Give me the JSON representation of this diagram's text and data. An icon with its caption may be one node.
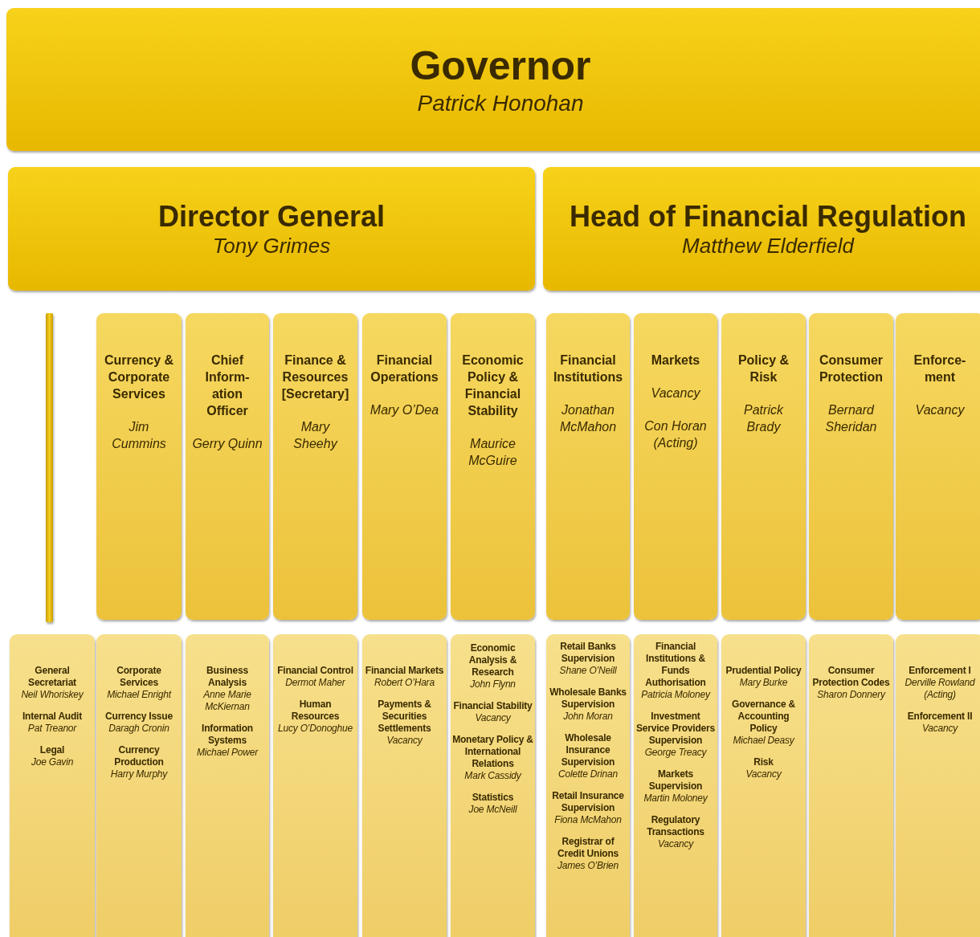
{
  "diagram": {
    "nodes": [
      {
        "text": [
          "Governor",
          "Patrick Honohan"
        ]
      },
      {
        "text": [
          "Director General",
          "Tony Grimes"
        ]
      },
      {
        "text": [
          "Head of Financial Regulation",
          "Matthew Elderfield"
        ]
      },
      {
        "text": [],
        "shape": "bar"
      },
      {
        "text": [
          "Currency & Corporate Services",
          "Jim Cummins"
        ]
      },
      {
        "text": [
          "Chief Inform-ation Officer",
          "Gerry Quinn"
        ]
      },
      {
        "text": [
          "Finance & Resources [Secretary]",
          "Mary Sheehy"
        ]
      },
      {
        "text": [
          "Financial Operations",
          "Mary O’Dea"
        ]
      },
      {
        "text": [
          "Economic Policy & Financial Stability",
          "Maurice McGuire"
        ]
      },
      {
        "text": [
          "Financial Institutions",
          "Jonathan McMahon"
        ]
      },
      {
        "text": [
          "Markets",
          "Vacancy",
          "Con Horan (Acting)"
        ]
      },
      {
        "text": [
          "Policy & Risk",
          "Patrick Brady"
        ]
      },
      {
        "text": [
          "Consumer Protection",
          "Bernard Sheridan"
        ]
      },
      {
        "text": [
          "Enforce-ment",
          "Vacancy"
        ]
      },
      {
        "text": [
          "General Secretariat",
          "Neil Whoriskey",
          "Internal Audit",
          "Pat Treanor",
          "Legal",
          "Joe Gavin"
        ]
      },
      {
        "text": [
          "Corporate Services",
          "Michael Enright",
          "Currency Issue",
          "Daragh Cronin",
          "Currency Production",
          "Harry Murphy"
        ]
      },
      {
        "text": [
          "Business Analysis",
          "Anne Marie McKiernan",
          "Information Systems",
          "Michael Power"
        ]
      },
      {
        "text": [
          "Financial Control",
          "Dermot Maher",
          "Human Resources",
          "Lucy O’Donoghue"
        ]
      },
      {
        "text": [
          "Financial Markets",
          "Robert O’Hara",
          "Payments & Securities Settlements",
          "Vacancy"
        ]
      },
      {
        "text": [
          "Economic Analysis & Research",
          "John Flynn",
          "Financial Stability",
          "Vacancy",
          "Monetary Policy & International Relations",
          "Mark Cassidy",
          "Statistics",
          "Joe McNeill"
        ]
      },
      {
        "text": [
          "Retail Banks Supervision",
          "Shane O’Neill",
          "Wholesale Banks Supervision",
          "John Moran",
          "Wholesale Insurance Supervision",
          "Colette Drinan",
          "Retail Insurance Supervision",
          "Fiona McMahon",
          "Registrar of Credit Unions",
          "James O’Brien"
        ]
      },
      {
        "text": [
          "Financial Institutions & Funds Authorisation",
          "Patricia Moloney",
          "Investment Service Providers Supervision",
          "George Treacy",
          "Markets Supervision",
          "Martin Moloney",
          "Regulatory Transactions",
          "Vacancy"
        ]
      },
      {
        "text": [
          "Prudential Policy",
          "Mary Burke",
          "Governance & Accounting Policy",
          "Michael Deasy",
          "Risk",
          "Vacancy"
        ]
      },
      {
        "text": [
          "Consumer Protection Codes",
          "Sharon Donnery"
        ]
      },
      {
        "text": [
          "Enforcement I",
          "Derville Rowland (Acting)",
          "Enforcement II",
          "Vacancy"
        ]
      }
    ]
  }
}
